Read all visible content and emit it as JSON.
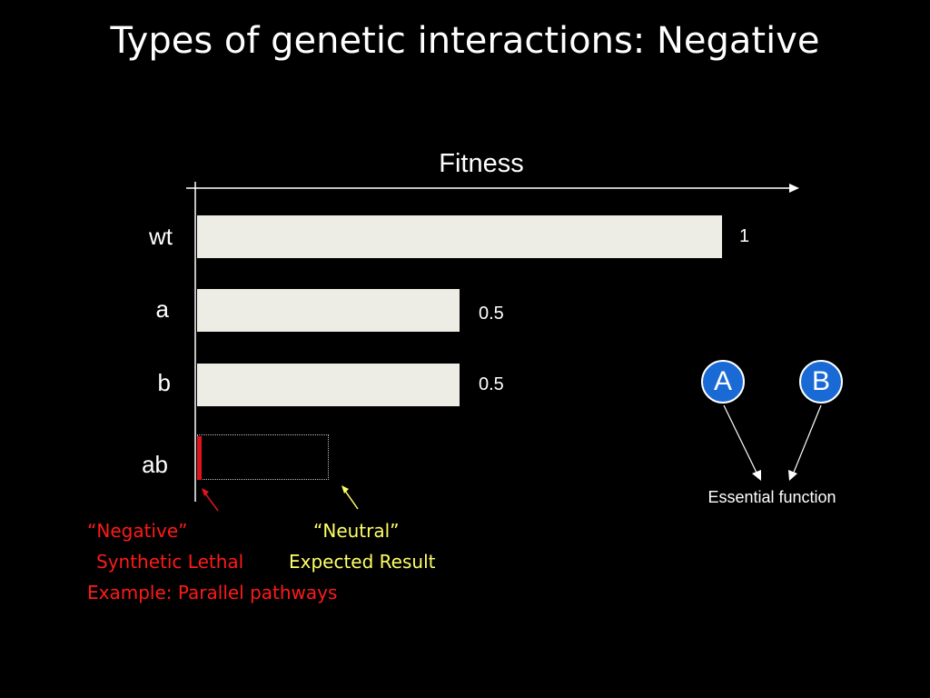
{
  "title": "Types of genetic interactions:  Negative",
  "axis_label": "Fitness",
  "rows": [
    {
      "label": "wt",
      "fitness": 1,
      "value_text": "1"
    },
    {
      "label": "a",
      "fitness": 0.5,
      "value_text": "0.5"
    },
    {
      "label": "b",
      "fitness": 0.5,
      "value_text": "0.5"
    },
    {
      "label": "ab",
      "fitness": 0.25,
      "value_text": ""
    }
  ],
  "nodes": {
    "a": "A",
    "b": "B",
    "target": "Essential function"
  },
  "annotations": {
    "negative": "“Negative”",
    "synthetic_lethal": "Synthetic Lethal",
    "example": "Example:  Parallel pathways",
    "neutral": "“Neutral”",
    "expected": "Expected Result"
  },
  "colors": {
    "negative": "#e0141c",
    "neutral": "#ffff66",
    "node": "#1a6ad6",
    "bar": "#eeede5"
  }
}
